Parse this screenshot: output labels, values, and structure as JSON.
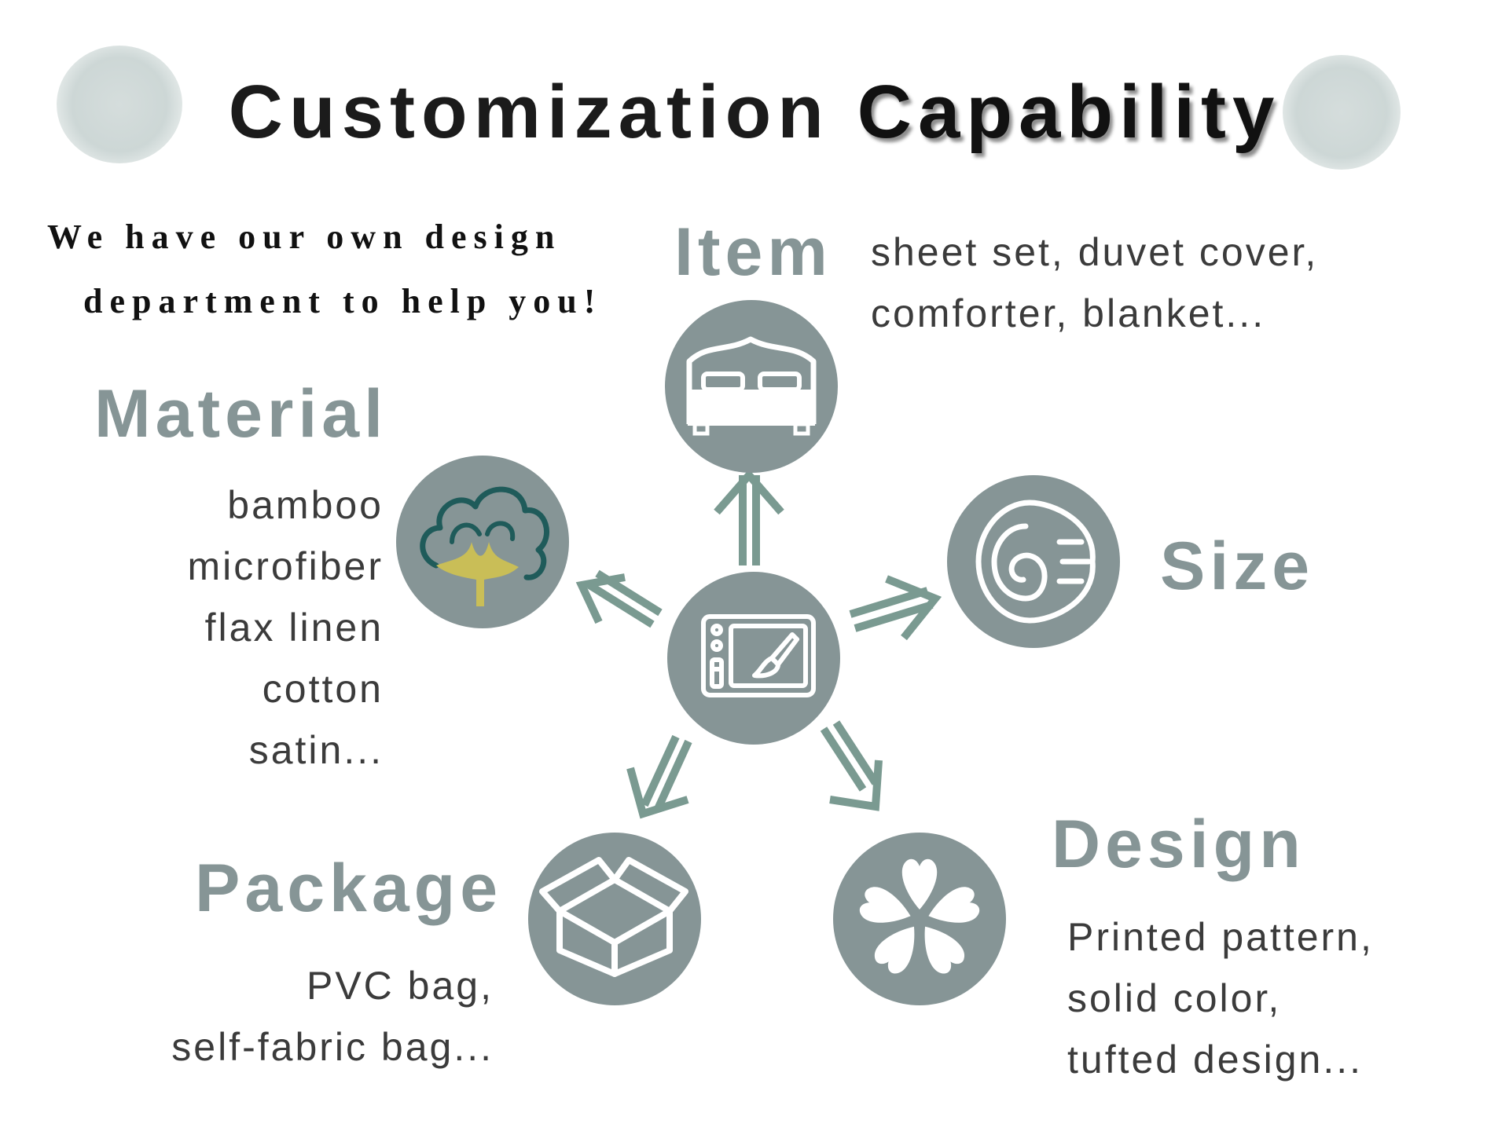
{
  "title": {
    "word1": "Customization",
    "word2": "Capability"
  },
  "tagline": {
    "line1": "We have our own design",
    "line2": "department to help you!"
  },
  "nodes": {
    "center": {
      "icon": "drawing-tablet-icon"
    },
    "item": {
      "heading": "Item",
      "icon": "bed-icon",
      "lines": [
        "sheet set, duvet cover,",
        "comforter, blanket..."
      ]
    },
    "material": {
      "heading": "Material",
      "icon": "cotton-flower-icon",
      "lines": [
        "bamboo",
        "microfiber",
        "flax linen",
        "cotton",
        "satin..."
      ]
    },
    "size": {
      "heading": "Size",
      "icon": "fabric-roll-icon",
      "lines": []
    },
    "package": {
      "heading": "Package",
      "icon": "box-icon",
      "lines": [
        "PVC bag,",
        "self-fabric bag..."
      ]
    },
    "design": {
      "heading": "Design",
      "icon": "flower-icon",
      "lines": [
        "Printed pattern,",
        "solid color,",
        "tufted design..."
      ]
    }
  },
  "colors": {
    "circle": "#869596",
    "arrow": "#7a9a91",
    "heading": "#869596",
    "text": "#3b3b3b",
    "cotton_boll": "#1f5b5a",
    "cotton_leaf": "#c9be57"
  }
}
